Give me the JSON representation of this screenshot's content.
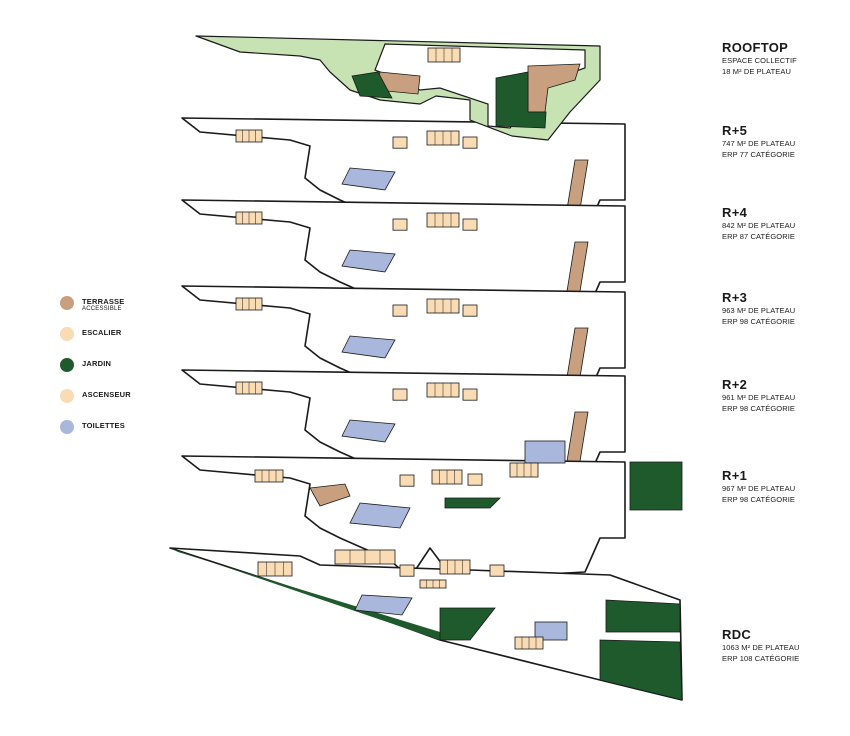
{
  "legend": [
    {
      "label": "TERRASSE",
      "sub": "ACCESSIBLE",
      "color": "#c9a07f"
    },
    {
      "label": "ESCALIER",
      "color": "#f9dbb4"
    },
    {
      "label": "JARDIN",
      "color": "#1e5a2c"
    },
    {
      "label": "ASCENSEUR",
      "color": "#f9dbb4"
    },
    {
      "label": "TOILETTES",
      "color": "#a9b7dc"
    }
  ],
  "levels": [
    {
      "title": "ROOFTOP",
      "lines": [
        "ESPACE COLLECTIF",
        "18 M² DE PLATEAU"
      ]
    },
    {
      "title": "R+5",
      "lines": [
        "747 M² DE PLATEAU",
        "ERP 77 CATÉGORIE"
      ]
    },
    {
      "title": "R+4",
      "lines": [
        "842 M² DE PLATEAU",
        "ERP 87 CATÉGORIE"
      ]
    },
    {
      "title": "R+3",
      "lines": [
        "963 M² DE PLATEAU",
        "ERP 98 CATÉGORIE"
      ]
    },
    {
      "title": "R+2",
      "lines": [
        "961 M² DE PLATEAU",
        "ERP 98 CATÉGORIE"
      ]
    },
    {
      "title": "R+1",
      "lines": [
        "967 M² DE PLATEAU",
        "ERP 98 CATÉGORIE"
      ]
    },
    {
      "title": "RDC",
      "lines": [
        "1063 M² DE PLATEAU",
        "ERP 108 CATÉGORIE"
      ]
    }
  ],
  "colors": {
    "terrasse": "#c9a07f",
    "escalier": "#f9dbb4",
    "jardin": "#1e5a2c",
    "toilettes": "#a9b7dc",
    "rooftop_green": "#c7e3b3",
    "outline": "#1a1a1a"
  }
}
